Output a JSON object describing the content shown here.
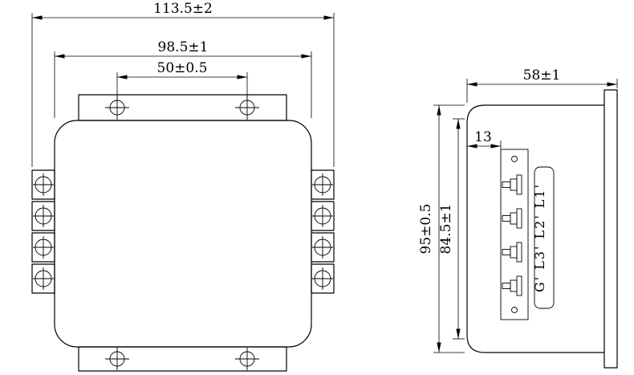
{
  "drawing_type": "mechanical-outline-drawing-two-views",
  "front_view": {
    "dim_overall_width": "113.5±2",
    "dim_body_width": "98.5±1",
    "dim_mount_hole_spacing": "50±0.5"
  },
  "side_view": {
    "dim_depth": "58±1",
    "dim_terminal_offset": "13",
    "dim_overall_height": "95±0.5",
    "dim_mount_hole_spacing": "84.5±1",
    "terminal_labels": "G' L3' L2' L1'"
  },
  "colors": {
    "line": "#000000",
    "background": "#ffffff"
  }
}
